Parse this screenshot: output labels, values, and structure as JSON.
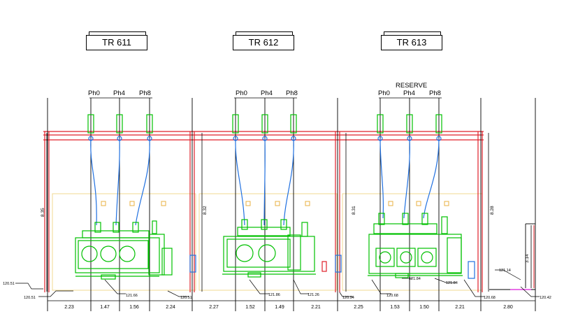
{
  "transformers": [
    {
      "label": "TR 611",
      "phases": [
        "Ph0",
        "Ph4",
        "Ph8"
      ],
      "height_dim": "8.35",
      "span_dims": [
        "2.23",
        "1.47",
        "1.56",
        "2.24"
      ],
      "level_left": "120.51",
      "level_left2": "120.51",
      "level_right": "120.51",
      "level_mid": "121.66"
    },
    {
      "label": "TR 612",
      "phases": [
        "Ph0",
        "Ph4",
        "Ph8"
      ],
      "height_dim": "8.32",
      "span_dims": [
        "2.27",
        "1.52",
        "1.49",
        "2.21"
      ],
      "level_mid": "121.86",
      "level_right": "121.26"
    },
    {
      "label": "TR 613",
      "phases": [
        "Ph0",
        "Ph4",
        "Ph8"
      ],
      "height_dim": "8.31",
      "span_dims": [
        "2.25",
        "1.53",
        "1.50",
        "2.21"
      ],
      "reserve_label": "RESERVE",
      "level_left": "120.94",
      "level_mid1": "120.68",
      "level_mid2": "121.84",
      "level_mid3": "121.84",
      "level_right": "120.68"
    }
  ],
  "right_section": {
    "height_dim": "8.28",
    "sub_dim": "3.14",
    "level_a": "121.14",
    "level_b": "120.42",
    "span_dim": "2.80"
  },
  "colors": {
    "frame": "#e0202a",
    "bay": "#f0d890",
    "equipment": "#00c000",
    "cable": "#2070e0",
    "dim": "#000000",
    "accent": "#e040e0"
  }
}
